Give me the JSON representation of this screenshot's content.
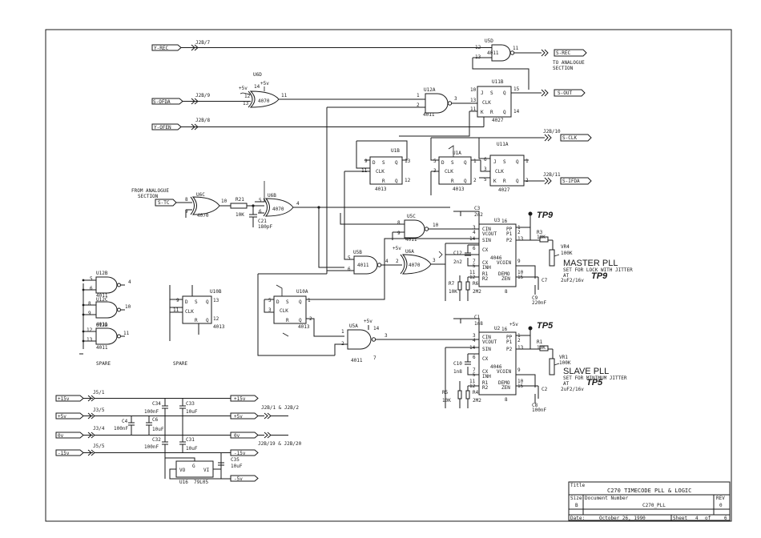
{
  "signals": {
    "y_rec": "Y-REC",
    "j2b7": "J2B/7",
    "s_ofda": "S-OFDA",
    "j2b9": "J2B/9",
    "y_ofen": "Y-OFEN",
    "j2b8": "J2B/8",
    "s_rec": "S-REC",
    "to_analogue": [
      "TO ANALOGUE",
      "SECTION"
    ],
    "s_out": "S-OUT",
    "j2b10": "J2B/10",
    "s_clk": "S-CLK",
    "j2b11": "J2B/11",
    "s_ifda": "S-IFDA",
    "from_analogue": [
      "FROM ANALOGUE",
      "SECTION"
    ],
    "s_tc": "S-TC",
    "plus5v": "+5v"
  },
  "parts": {
    "u5d": {
      "ref": "U5D",
      "type": "4011"
    },
    "u6d": {
      "ref": "U6D",
      "type": "4070"
    },
    "u12a": {
      "ref": "U12A",
      "type": "4011"
    },
    "u11b": {
      "ref": "U11B",
      "type": "4027"
    },
    "u1b": {
      "ref": "U1B",
      "type": "4013"
    },
    "u1a": {
      "ref": "U1A",
      "type": "4013"
    },
    "u11a": {
      "ref": "U11A",
      "type": "4027"
    },
    "u6c": {
      "ref": "U6C",
      "type": "4070"
    },
    "u6b": {
      "ref": "U6B",
      "type": "4070"
    },
    "u5c": {
      "ref": "U5C",
      "type": "4011"
    },
    "u5b": {
      "ref": "U5B",
      "type": "4011"
    },
    "u6a": {
      "ref": "U6A",
      "type": "4070"
    },
    "u10a": {
      "ref": "U10A",
      "type": "4013"
    },
    "u5a": {
      "ref": "U5A",
      "type": "4011"
    },
    "u12b": {
      "ref": "U12B",
      "type": "4011"
    },
    "u12c": {
      "ref": "U12C",
      "type": "4011"
    },
    "u12d": {
      "ref": "U12D",
      "type": "4011"
    },
    "u10b": {
      "ref": "U10B",
      "type": "4013"
    },
    "u3": {
      "ref": "U3",
      "type": "4046"
    },
    "u2": {
      "ref": "U2",
      "type": "4046"
    },
    "u16": {
      "ref": "U16",
      "type": "79L05"
    }
  },
  "passives": {
    "r21": "R21",
    "r21v": "10K",
    "c21": "C21",
    "c21v": "180pF",
    "c3": "C3",
    "c3v": "2n2",
    "c12": "C12",
    "c12v": "2n2",
    "r7": "R7",
    "r7v": "10K",
    "r6": "R6",
    "r6v": "2M2",
    "r3": "R3",
    "r3v": "10K",
    "vr4": "VR4",
    "vr4v": "100K",
    "c7": "C7",
    "c7v": "2uF2/16v",
    "c9": "C9",
    "c9v": "220nF",
    "c1": "C1",
    "c1v": "1n8",
    "c10": "C10",
    "c10v": "1n8",
    "r5": "R5",
    "r5v": "10K",
    "r4": "R4",
    "r4v": "2M2",
    "r1": "R1",
    "r1v": "10K",
    "vr1": "VR1",
    "vr1v": "100K",
    "c2": "C2",
    "c2v": "2uF2/16v",
    "c8": "C8",
    "c8v": "100nF"
  },
  "pll_pins": {
    "cin": "CIN",
    "vcout": "VCOUT",
    "sin": "SIN",
    "cx": "CX",
    "inh": "INH",
    "r1": "R1",
    "r2": "R2",
    "pp": "PP",
    "p1": "P1",
    "p2": "P2",
    "vcoin": "VCOIN",
    "demo": "DEMO",
    "zen": "ZEN"
  },
  "ff_pins": {
    "d": "D",
    "s": "S",
    "q": "Q",
    "clk": "CLK",
    "r": "R",
    "qb": "Q",
    "j": "J",
    "k": "K"
  },
  "annotations": {
    "tp9": "TP9",
    "tp5": "TP5",
    "master_pll": "MASTER PLL",
    "master_note": [
      "SET FOR LOCK WITH JITTER",
      "AT"
    ],
    "slave_pll": "SLAVE PLL",
    "slave_note": [
      "SET FOR MINIMUM JITTER",
      "AT"
    ],
    "spare": "SPARE"
  },
  "power": {
    "plus15": "+15v",
    "j5_1": "J5/1",
    "plus5": "+5v",
    "j3_5": "J3/5",
    "zero": "0v",
    "j3_4": "J3/4",
    "minus15": "-15v",
    "j5_5": "J5/5",
    "minus5": "-5v",
    "c34": "C34",
    "c34v": "100nF",
    "c33": "C33",
    "c33v": "10uF",
    "c4": "C4",
    "c4v": "100nF",
    "c6": "C6",
    "c6v": "10uF",
    "c32": "C32",
    "c32v": "100nF",
    "c31": "C31",
    "c31v": "10uF",
    "c35": "C35",
    "c35v": "10uF",
    "j2b_1_2": "J2B/1 & J2B/2",
    "j2b_19_20": "J2B/19 & J2B/20",
    "vo": "VO",
    "vi": "VI",
    "g": "G"
  },
  "title_block": {
    "title_label": "Title",
    "title": "C270 TIMECODE PLL & LOGIC",
    "size_label": "Size",
    "size": "B",
    "docnum_label": "Document Number",
    "docnum": "C270_PLL",
    "rev_label": "REV",
    "rev": "0",
    "date_label": "Date:",
    "date": "October 26, 1990",
    "sheet_label": "Sheet",
    "sheet": "4",
    "sheet_of": "of",
    "sheet_total": "6"
  }
}
